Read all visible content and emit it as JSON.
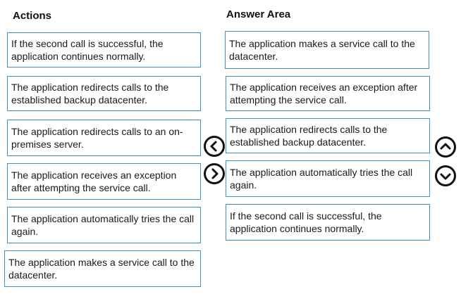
{
  "actions": {
    "title": "Actions",
    "items": [
      {
        "text": "If the second call is successful, the application continues normally."
      },
      {
        "text": "The application redirects calls to the established backup datacenter."
      },
      {
        "text": "The application redirects calls to an on-premises server."
      },
      {
        "text": "The application receives an exception after attempting the service call."
      },
      {
        "text": "The application automatically tries the call again."
      },
      {
        "text": "The application makes a service call to the datacenter."
      }
    ]
  },
  "answer_area": {
    "title": "Answer Area",
    "items": [
      {
        "text": "The application makes a service call to the datacenter."
      },
      {
        "text": "The application receives an exception after attempting the service call."
      },
      {
        "text": "The application redirects calls to the established backup datacenter."
      },
      {
        "text": "The application automatically tries the call again."
      },
      {
        "text": "If the second call is successful, the application continues normally."
      }
    ]
  },
  "controls": {
    "move_left_icon": "chevron-left",
    "move_right_icon": "chevron-right",
    "move_up_icon": "chevron-up",
    "move_down_icon": "chevron-down"
  },
  "colors": {
    "card_border": "#3e8fcd",
    "button_outline": "#111111"
  }
}
